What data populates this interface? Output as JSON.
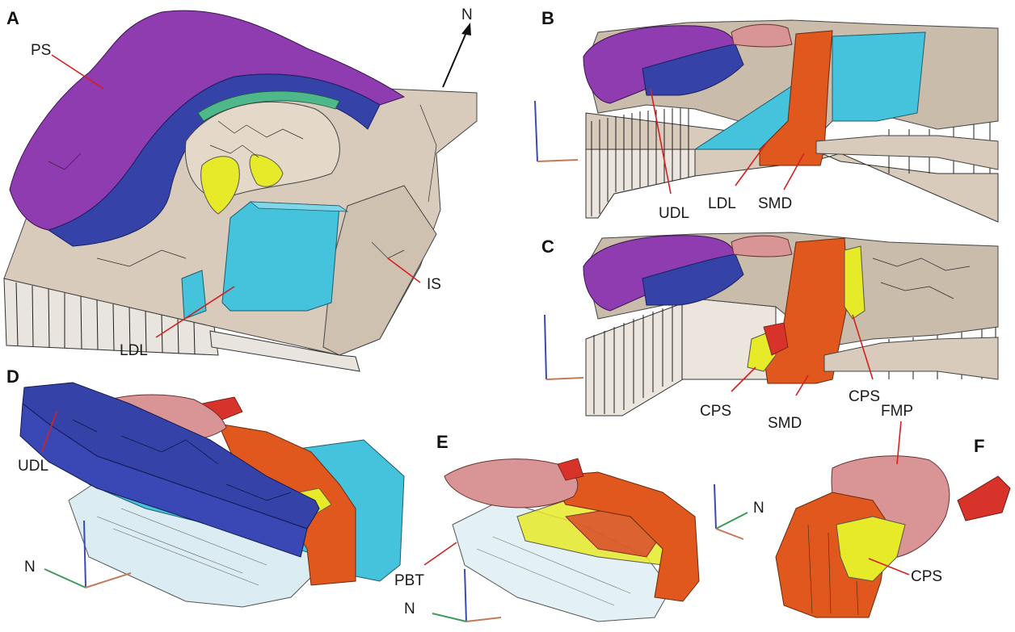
{
  "panels": [
    {
      "letter": "A",
      "labels": [
        "PS",
        "IS",
        "LDL"
      ],
      "north": "N"
    },
    {
      "letter": "B",
      "labels": [
        "UDL",
        "LDL",
        "SMD"
      ]
    },
    {
      "letter": "C",
      "labels": [
        "CPS",
        "SMD",
        "CPS"
      ]
    },
    {
      "letter": "D",
      "labels": [
        "UDL"
      ],
      "north": "N"
    },
    {
      "letter": "E",
      "labels": [
        "PBT"
      ],
      "north": "N"
    },
    {
      "letter": "F",
      "labels": [
        "FMP",
        "CPS"
      ],
      "north": "N"
    }
  ],
  "colors": {
    "PS": "#8e3cb0",
    "UDL": "#3543a8",
    "LDL": "#45c2dc",
    "IS": "#d8cbbb",
    "SMD": "#e0581e",
    "CPS": "#e6ea28",
    "FMP": "#d99595",
    "green_layer": "#4fb88a",
    "red_layer": "#d8332a"
  }
}
